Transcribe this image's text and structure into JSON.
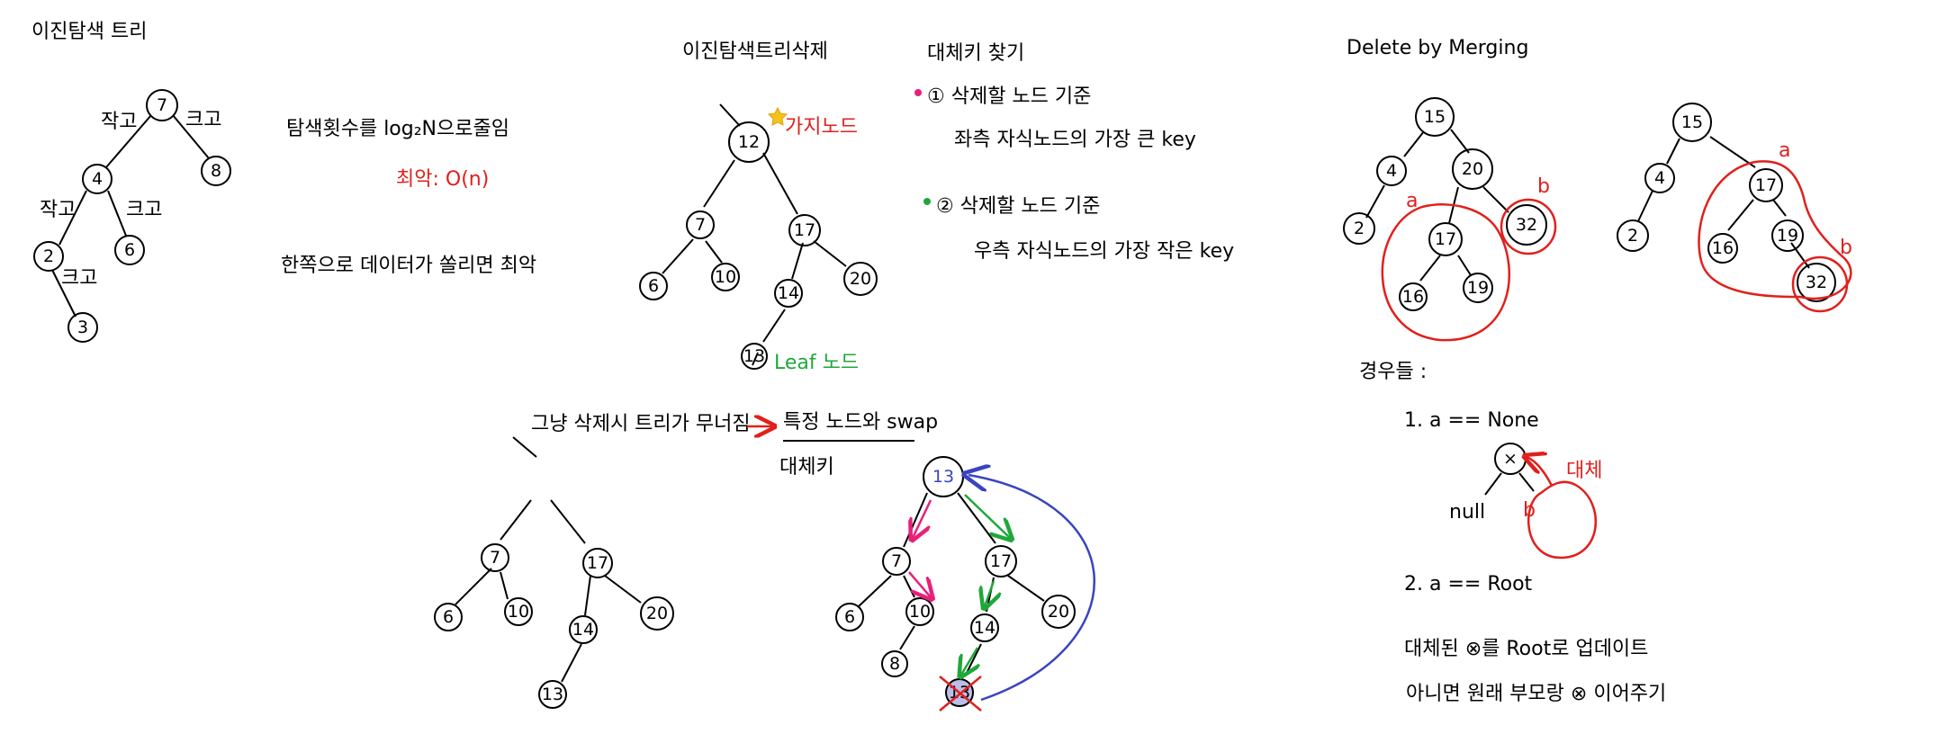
{
  "colors": {
    "ink": "#000000",
    "red": "#e0201c",
    "green": "#1fa83a",
    "pink": "#e8207a",
    "blue": "#3a44c0",
    "yellow": "#f6c21a"
  },
  "section1": {
    "title": "이진탐색 트리",
    "edge_labels": {
      "left1": "작고",
      "right1": "크고",
      "left2": "작고",
      "right2": "크고",
      "right3": "크고"
    },
    "nodes": [
      "7",
      "4",
      "8",
      "2",
      "6",
      "3"
    ],
    "note_search": "탐색횟수를 log₂N으로줄임",
    "note_worst": "최악: O(n)",
    "note_skew": "한쪽으로 데이터가 쏠리면 최악"
  },
  "section2": {
    "title": "이진탐색트리삭제",
    "branch_label": "가지노드",
    "leaf_label": "Leaf 노드",
    "nodes": [
      "12",
      "7",
      "17",
      "6",
      "10",
      "14",
      "20",
      "13"
    ]
  },
  "section3": {
    "title": "대체키 찾기",
    "item1_line1": "① 삭제할 노드 기준",
    "item1_line2": "좌측 자식노드의 가장 큰 key",
    "item2_line1": "② 삭제할 노드 기준",
    "item2_line2": "우측 자식노드의 가장 작은 key"
  },
  "section4": {
    "note": "그냥 삭제시 트리가 무너짐",
    "swap_text": "특정 노드와 swap",
    "replace_key": "대체키",
    "broken_nodes": [
      "7",
      "17",
      "6",
      "10",
      "14",
      "20",
      "13"
    ],
    "swap_nodes": [
      "13",
      "7",
      "17",
      "6",
      "10",
      "14",
      "20",
      "8",
      "13"
    ]
  },
  "section5": {
    "title": "Delete by Merging",
    "tree1_nodes": [
      "15",
      "4",
      "20",
      "2",
      "17",
      "32",
      "16",
      "19"
    ],
    "tree2_nodes": [
      "15",
      "4",
      "17",
      "2",
      "16",
      "19",
      "32"
    ],
    "label_a": "a",
    "label_b": "b",
    "cases_title": "경우들 :",
    "case1": "1. a == None",
    "case1_x": "×",
    "case1_null": "null",
    "case1_replace": "대체",
    "case2": "2. a == Root",
    "note_line1": "대체된 ⊗를 Root로 업데이트",
    "note_line2": "아니면 원래 부모랑 ⊗ 이어주기"
  }
}
